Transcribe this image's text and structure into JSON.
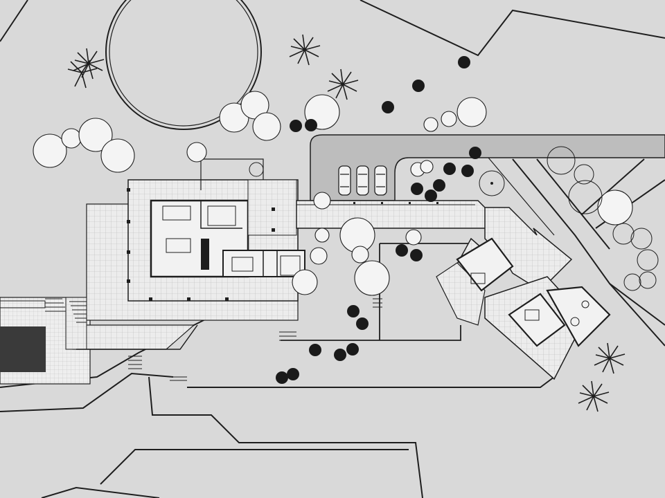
{
  "drawing": {
    "colors": {
      "paper": "#d9d9d9",
      "ink": "#1e1e1e",
      "terrace": "#e8e8e8",
      "drive": "#bdbdbd",
      "pool": "#3a3a3a",
      "shrub": "#1a1a1a"
    },
    "elements": [
      "contour-lines",
      "circular-lawn",
      "driveway",
      "parked-cars",
      "main-pavilion",
      "covered-walkway",
      "bedroom-wing",
      "swimming-pool",
      "terraces",
      "palm-trees",
      "deciduous-trees",
      "shrubs"
    ]
  }
}
